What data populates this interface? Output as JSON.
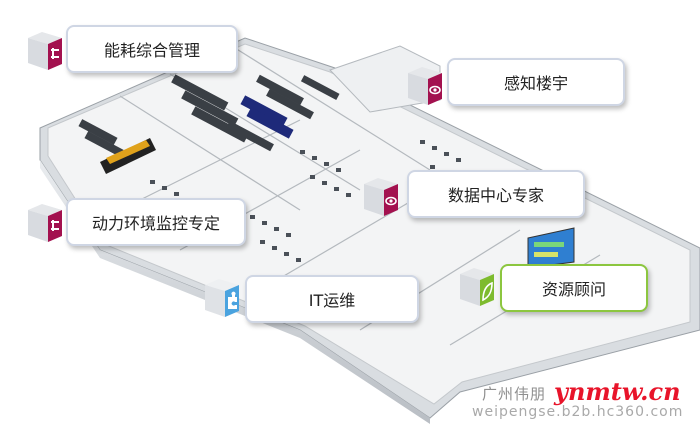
{
  "modules": {
    "energy": "能耗综合管理",
    "perception": "感知楼宇",
    "datacenter": "数据中心专家",
    "environment": "动力环境监控专定",
    "itops": "IT运维",
    "resource": "资源顾问"
  },
  "icons": {
    "energy": "plug-icon",
    "perception": "eye-icon",
    "datacenter": "eye-icon",
    "environment": "plug-icon",
    "itops": "puzzle-icon",
    "resource": "leaf-icon"
  },
  "colors": {
    "magenta": "#a3114f",
    "blue": "#4aa3df",
    "green": "#7dbb2e",
    "label_border": "#cfd6e4",
    "watermark": "#e8142a"
  },
  "watermark": {
    "text": "广州伟朋",
    "site": "weipengse.b2b.hc360.com",
    "brand": "ynmtw.cn"
  }
}
